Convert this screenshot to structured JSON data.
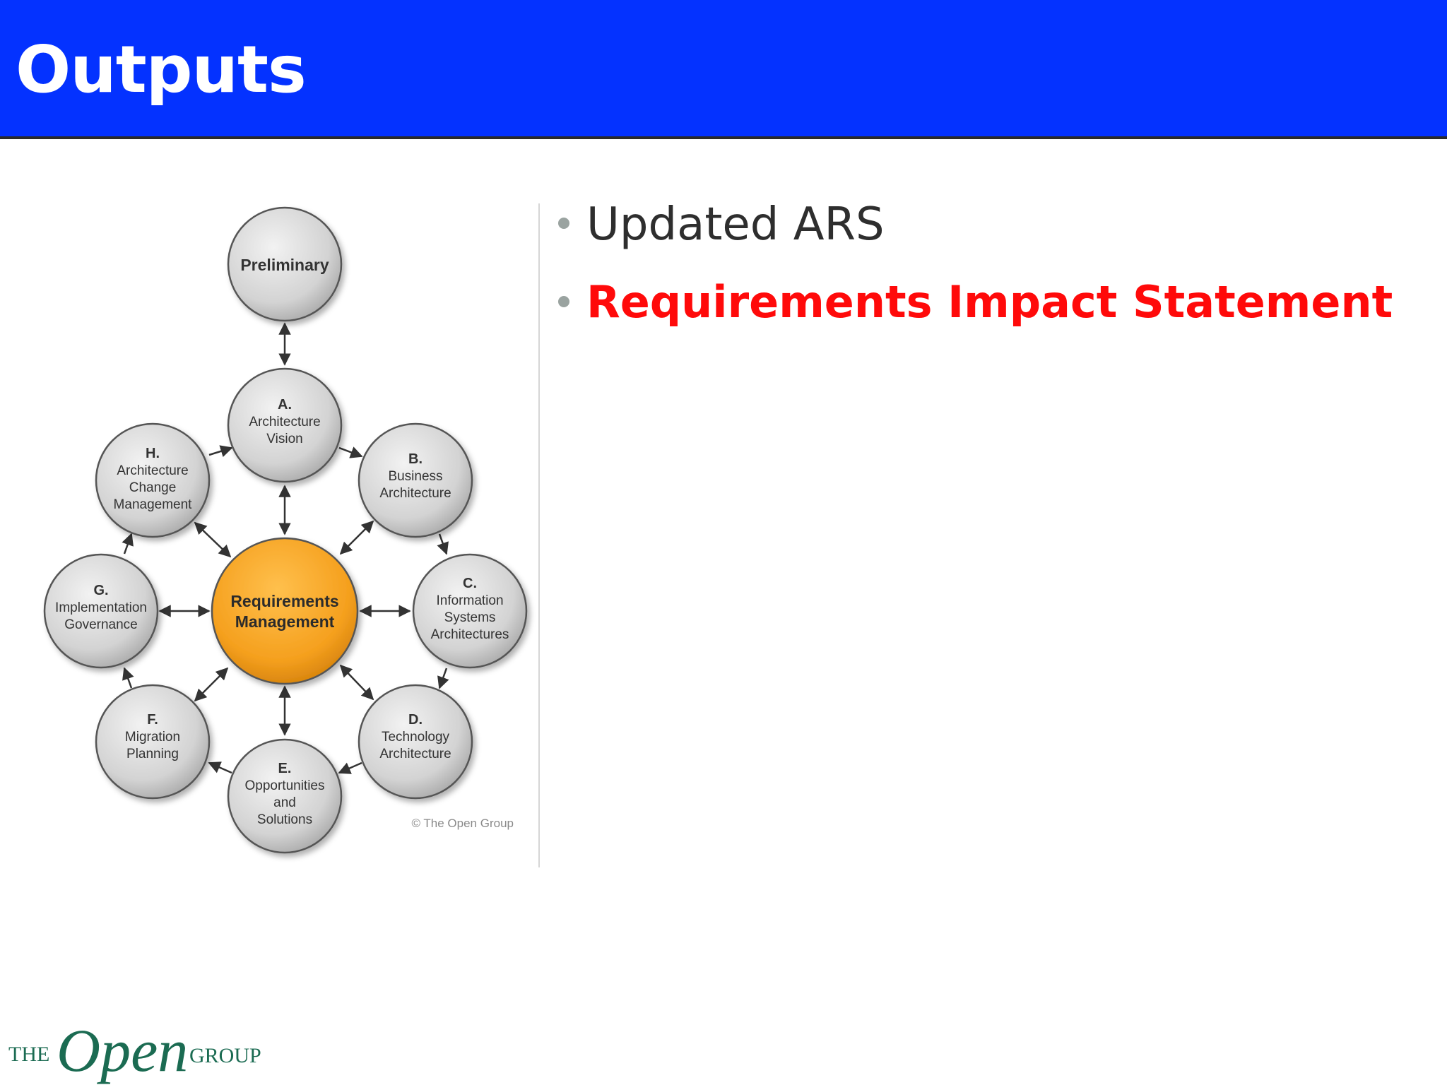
{
  "slide": {
    "title": "Outputs"
  },
  "bullets": [
    {
      "text": "Updated ARS",
      "emphasis": false
    },
    {
      "text": "Requirements Impact Statement",
      "emphasis": true,
      "color": "#ff0a0a"
    }
  ],
  "diagram": {
    "center": {
      "line1": "Requirements",
      "line2": "Management"
    },
    "phases": [
      {
        "id": "preliminary",
        "letter": "",
        "lines": [
          "Preliminary"
        ]
      },
      {
        "id": "a",
        "letter": "A.",
        "lines": [
          "Architecture",
          "Vision"
        ]
      },
      {
        "id": "b",
        "letter": "B.",
        "lines": [
          "Business",
          "Architecture"
        ]
      },
      {
        "id": "c",
        "letter": "C.",
        "lines": [
          "Information",
          "Systems",
          "Architectures"
        ]
      },
      {
        "id": "d",
        "letter": "D.",
        "lines": [
          "Technology",
          "Architecture"
        ]
      },
      {
        "id": "e",
        "letter": "E.",
        "lines": [
          "Opportunities",
          "and",
          "Solutions"
        ]
      },
      {
        "id": "f",
        "letter": "F.",
        "lines": [
          "Migration",
          "Planning"
        ]
      },
      {
        "id": "g",
        "letter": "G.",
        "lines": [
          "Implementation",
          "Governance"
        ]
      },
      {
        "id": "h",
        "letter": "H.",
        "lines": [
          "Architecture",
          "Change",
          "Management"
        ]
      }
    ],
    "copyright": "© The Open Group"
  },
  "logo": {
    "the": "THE",
    "open": "Open",
    "group": "GROUP"
  },
  "colors": {
    "title_bar": "#0432ff",
    "center_fill": "#f5a623",
    "circle_fill": "#d9d9d9",
    "logo_green": "#1b6b52"
  }
}
